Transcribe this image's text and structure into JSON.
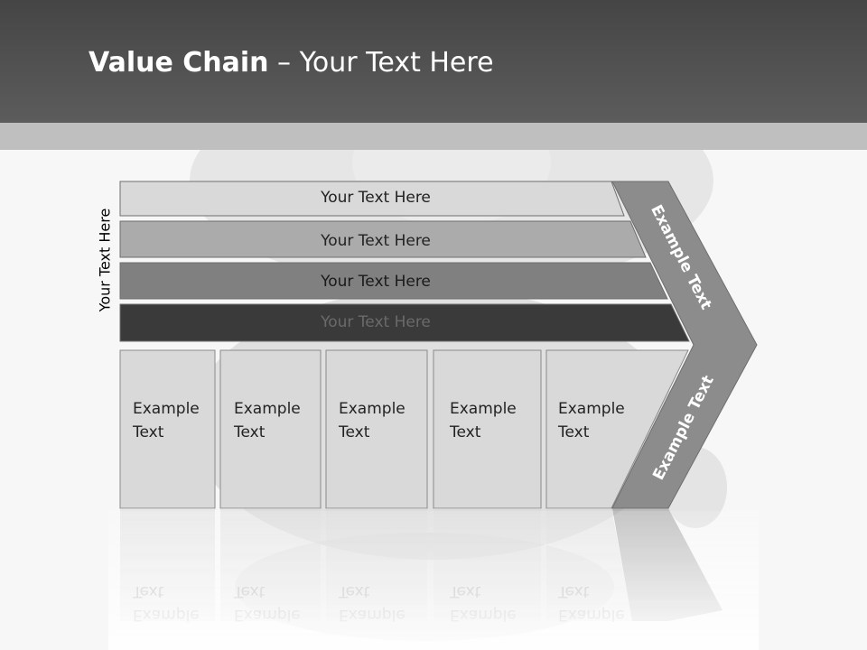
{
  "slide": {
    "title_bold": "Value Chain",
    "title_rest": " – Your Text Here",
    "side_label": "Your Text Here",
    "bars": [
      {
        "label": "Your Text Here",
        "fill": "#d9d9d9",
        "text_color": "#222222"
      },
      {
        "label": "Your Text Here",
        "fill": "#ababab",
        "text_color": "#222222"
      },
      {
        "label": "Your Text Here",
        "fill": "#808080",
        "text_color": "#1a1a1a"
      },
      {
        "label": "Your Text Here",
        "fill": "#3a3a3a",
        "text_color": "#6a6a6a"
      }
    ],
    "columns": [
      {
        "line1": "Example",
        "line2": "Text"
      },
      {
        "line1": "Example",
        "line2": "Text"
      },
      {
        "line1": "Example",
        "line2": "Text"
      },
      {
        "line1": "Example",
        "line2": "Text"
      },
      {
        "line1": "Example",
        "line2": "Text"
      }
    ],
    "chevron_upper": "Example Text",
    "chevron_lower": "Example Text",
    "colors": {
      "header": "#4f4f4f",
      "header_band": "#bfbfbf",
      "column_fill": "#d9d9d9",
      "chevron": "#8c8c8c"
    }
  }
}
